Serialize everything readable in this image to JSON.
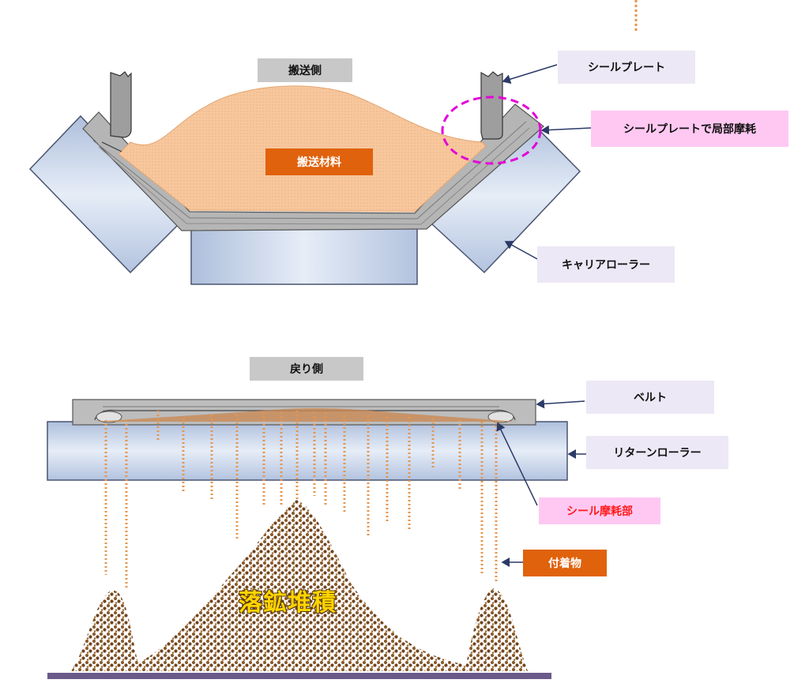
{
  "top": {
    "title": "搬送側",
    "material_label": "搬送材料",
    "seal_plate_label": "シールプレート",
    "local_wear_label": "シールプレートで局部摩耗",
    "carrier_roller_label": "キャリアローラー"
  },
  "bottom": {
    "title": "戻り側",
    "belt_label": "ベルト",
    "return_roller_label": "リターンローラー",
    "seal_wear_label": "シール摩耗部",
    "deposit_label": "付着物",
    "pile_label": "落鉱堆積"
  },
  "colors": {
    "material": "#f7c79d",
    "roller": "#d2dcec",
    "belt": "#c0c0c0",
    "wear_circle": "#e400d8",
    "arrow": "#2b3a67",
    "orange_label": "#e0620c",
    "pile": "#8a5a2a",
    "ground": "#6a5a8a"
  }
}
